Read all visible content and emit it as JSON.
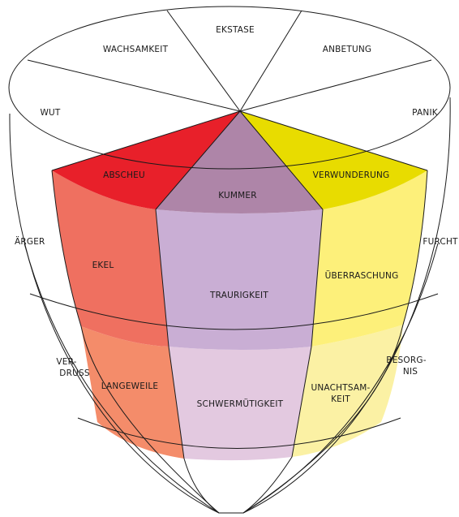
{
  "top_ring": {
    "labels": [
      "EKSTASE",
      "WACHSAMKEIT",
      "ANBETUNG",
      "WUT",
      "PANIK"
    ]
  },
  "core": {
    "abscheu": "ABSCHEU",
    "kummer": "KUMMER",
    "verwunderung": "VERWUNDERUNG"
  },
  "middle": {
    "aerger": "ÄRGER",
    "ekel": "EKEL",
    "traurigkeit": "TRAURIGKEIT",
    "ueberraschung": "ÜBERRASCHUNG",
    "furcht": "FURCHT"
  },
  "bottom": {
    "verdruss": [
      "VER-",
      "DRUSS"
    ],
    "langeweile": "LANGEWEILE",
    "schwermuetigkeit": "SCHWERMÜTIGKEIT",
    "unachtsamkeit": [
      "UNACHTSAM-",
      "KEIT"
    ],
    "besorgnis": [
      "BESORG-",
      "NIS"
    ]
  },
  "colors": {
    "abscheu": "#e8202a",
    "kummer": "#ae85a8",
    "verwunderung": "#e8dc00",
    "ekel": "#ef7060",
    "traurigkeit": "#c9aed4",
    "ueberraschung": "#fdf07a",
    "langeweile": "#f48c6a",
    "schwermuetigkeit": "#e3c9e0",
    "unachtsamkeit": "#fbf1a4",
    "outline": "#1a1a1a"
  }
}
